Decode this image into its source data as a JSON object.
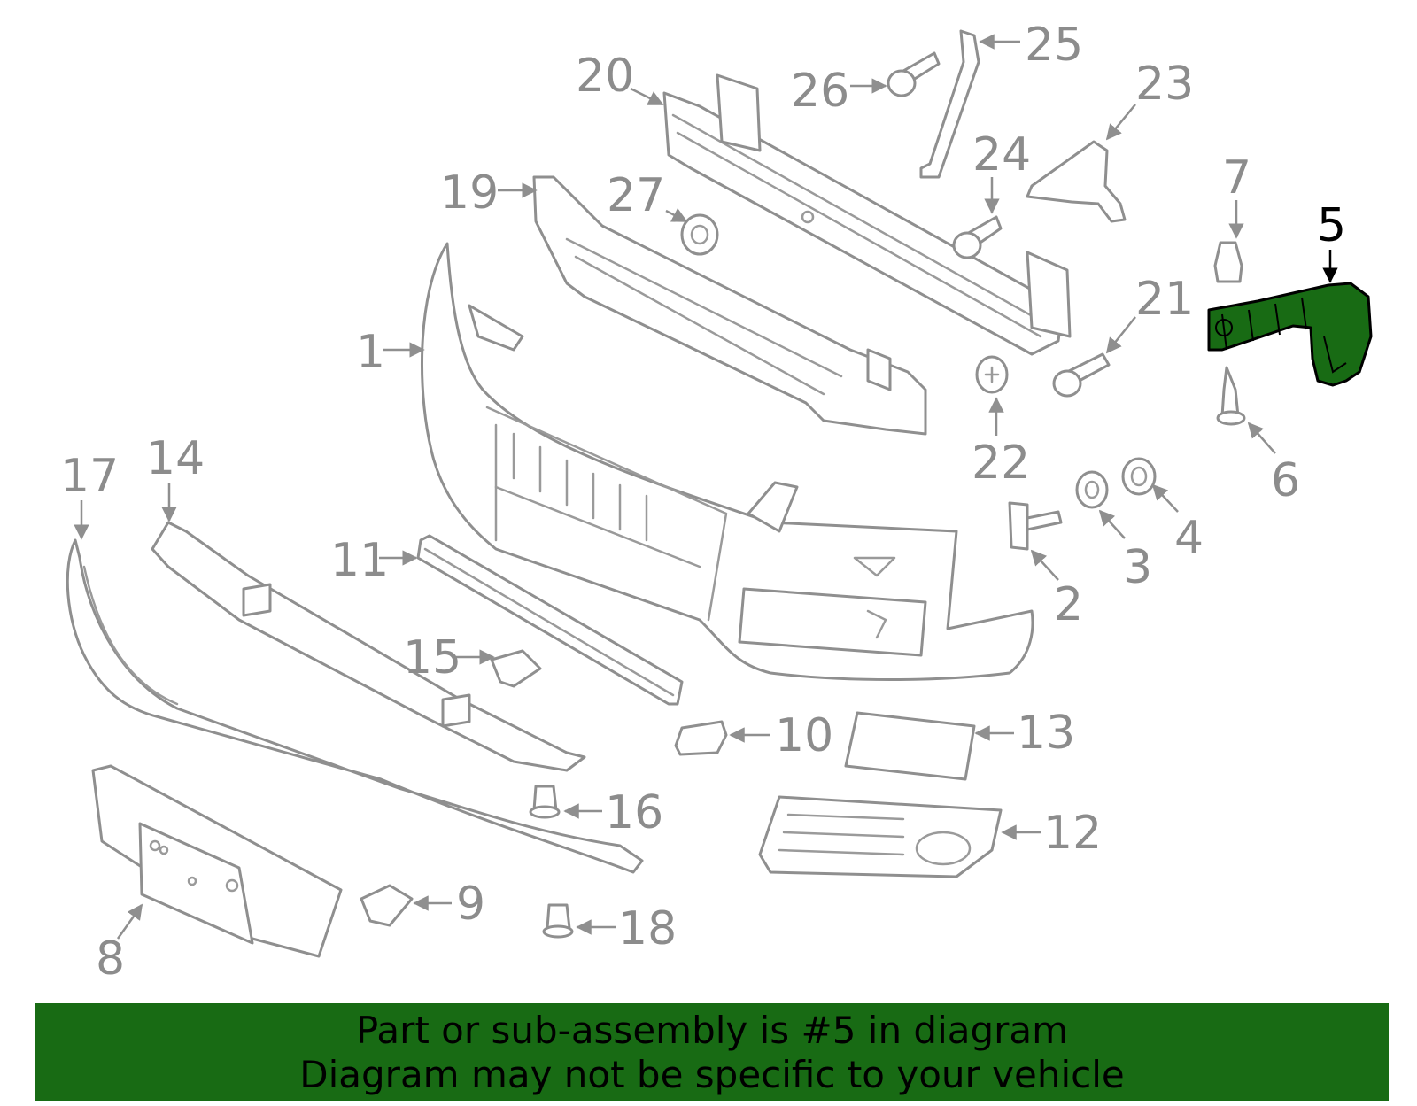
{
  "callouts": {
    "c1": "1",
    "c2": "2",
    "c3": "3",
    "c4": "4",
    "c5": "5",
    "c6": "6",
    "c7": "7",
    "c8": "8",
    "c9": "9",
    "c10": "10",
    "c11": "11",
    "c12": "12",
    "c13": "13",
    "c14": "14",
    "c15": "15",
    "c16": "16",
    "c17": "17",
    "c18": "18",
    "c19": "19",
    "c20": "20",
    "c21": "21",
    "c22": "22",
    "c23": "23",
    "c24": "24",
    "c25": "25",
    "c26": "26",
    "c27": "27"
  },
  "highlighted_part": "5",
  "colors": {
    "highlight": "#186b14",
    "line": "#8f8f8f",
    "banner": "#186b14"
  },
  "banner": {
    "line1": "Part or sub-assembly is #5 in diagram",
    "line2": "Diagram may not be specific to your vehicle"
  }
}
